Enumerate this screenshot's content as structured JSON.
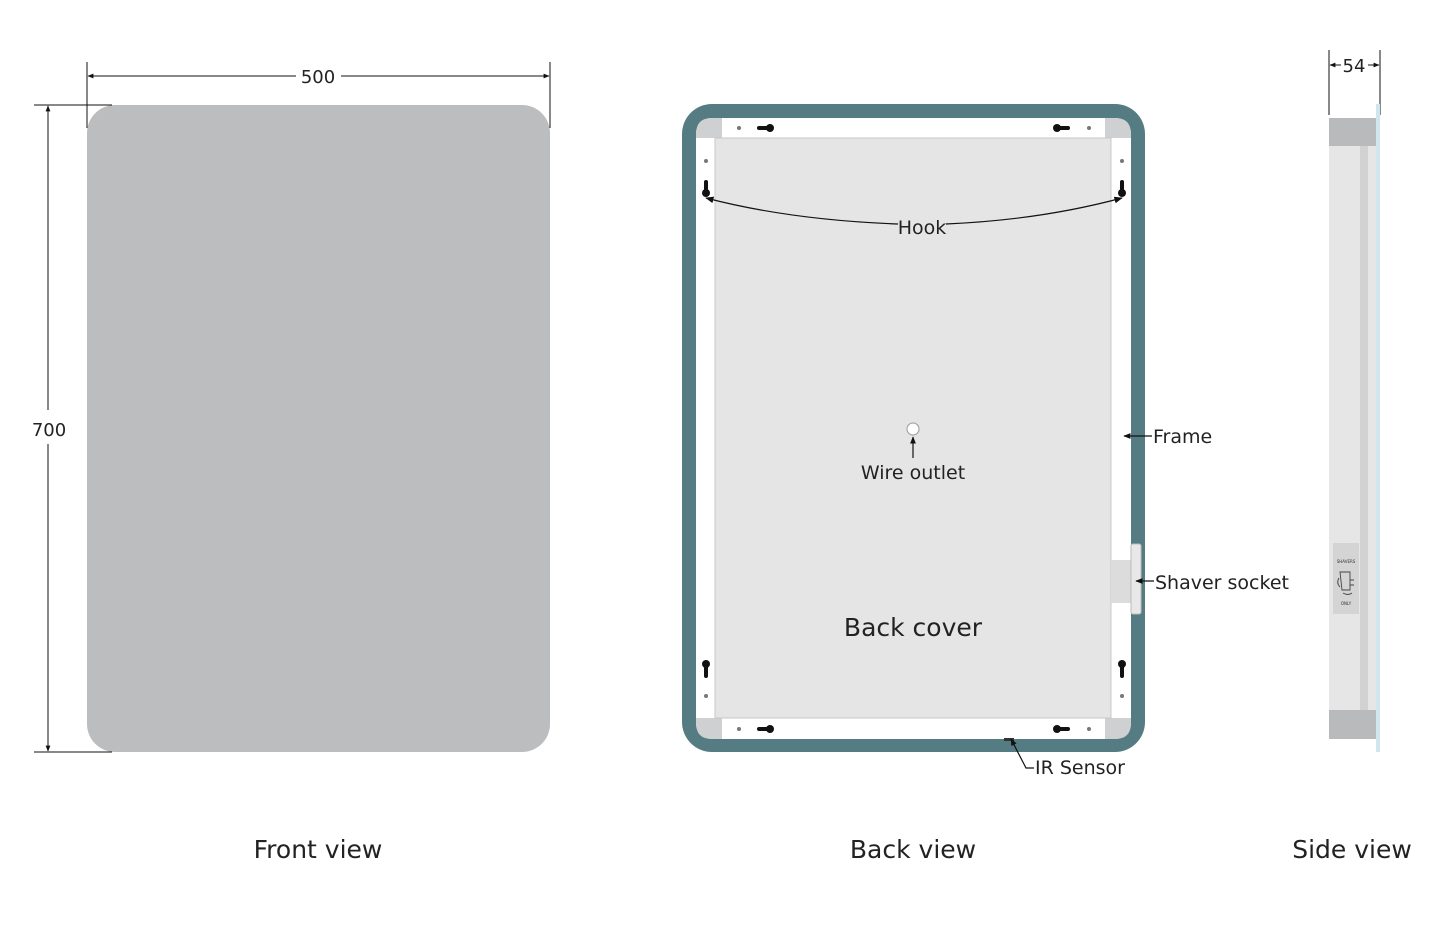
{
  "dimensions": {
    "width": "500",
    "height": "700",
    "depth": "54"
  },
  "labels": {
    "hook": "Hook",
    "wire_outlet": "Wire outlet",
    "frame": "Frame",
    "shaver_socket": "Shaver socket",
    "back_cover": "Back cover",
    "ir_sensor": "IR Sensor"
  },
  "captions": {
    "front": "Front view",
    "back": "Back view",
    "side": "Side view"
  },
  "socket_plate": {
    "top": "SHAVERS",
    "bottom": "ONLY"
  },
  "colors": {
    "mirror": "#bcbdbf",
    "frame": "#547c82",
    "back_cover": "#e5e5e5",
    "corner": "#cfd0d2",
    "side_strip": "#dcdcdc",
    "side_glass": "#cfe6ee"
  }
}
